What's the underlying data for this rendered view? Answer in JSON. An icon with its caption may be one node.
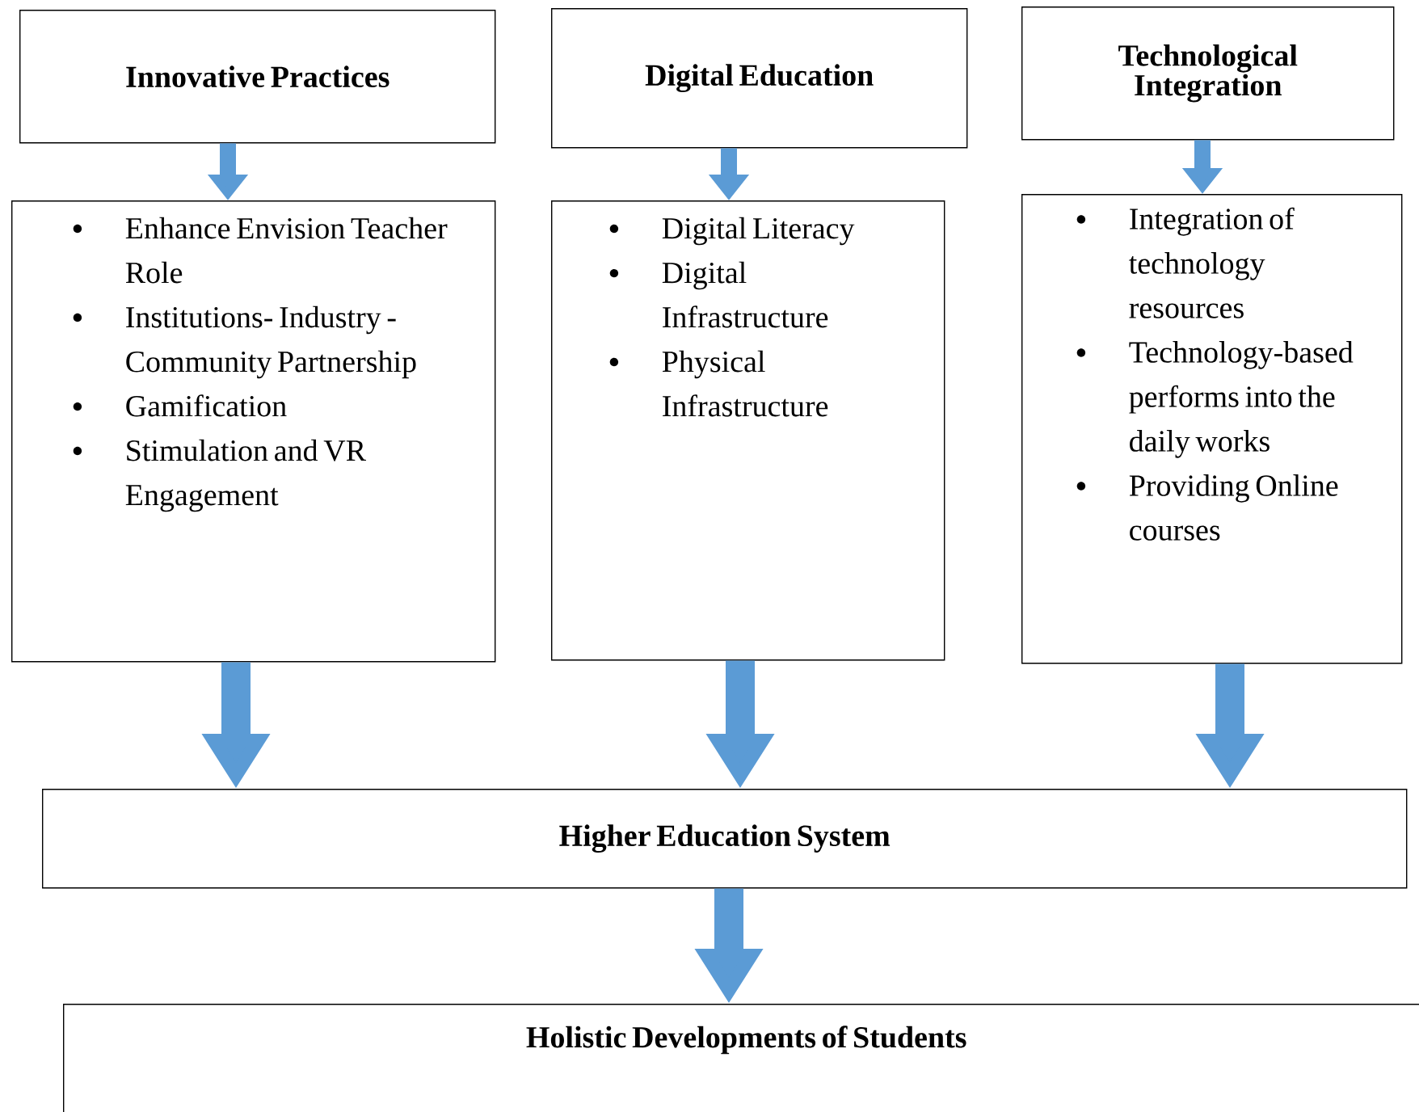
{
  "diagram": {
    "nodes": [
      {
        "text": [
          "Innovative Practices"
        ]
      },
      {
        "text": [
          "Digital Education"
        ]
      },
      {
        "text": [
          "Technological Integration"
        ]
      },
      {
        "text": [
          "Enhance Envision Teacher Role",
          "Institutions- Industry - Community Partnership",
          "Gamification",
          "Stimulation and VR Engagement"
        ]
      },
      {
        "text": [
          "Digital Literacy",
          "Digital Infrastructure",
          "Physical Infrastructure"
        ]
      },
      {
        "text": [
          "Integration of technology resources",
          "Technology-based performs into the daily works",
          "Providing Online courses"
        ]
      },
      {
        "text": [
          "Higher Education System"
        ]
      },
      {
        "text": [
          "Holistic Developments of Students"
        ]
      }
    ],
    "edges": [
      {
        "from": 0,
        "to": 3,
        "arrow": "to"
      },
      {
        "from": 1,
        "to": 4,
        "arrow": "to"
      },
      {
        "from": 2,
        "to": 5,
        "arrow": "to"
      },
      {
        "from": 3,
        "to": 6,
        "arrow": "to"
      },
      {
        "from": 4,
        "to": 6,
        "arrow": "to"
      },
      {
        "from": 5,
        "to": 6,
        "arrow": "to"
      },
      {
        "from": 6,
        "to": 7,
        "arrow": "to"
      }
    ]
  }
}
